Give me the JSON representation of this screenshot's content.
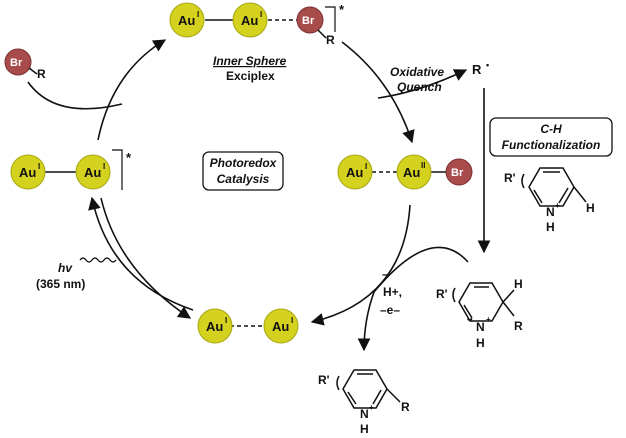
{
  "atoms": {
    "au": "Au",
    "br": "Br",
    "n": "N",
    "h": "H",
    "r": "R",
    "r_prime": "R'",
    "ox_i": "I",
    "ox_ii": "II",
    "plus": "+",
    "dots": "••",
    "dot": "•"
  },
  "labels": {
    "star": "*",
    "inner_sphere": "Inner Sphere",
    "exciplex": "Exciplex",
    "oxidative": "Oxidative",
    "quench": "Quench",
    "radical_r": "R",
    "ch_line1": "C-H",
    "ch_line2": "Functionalization",
    "photoredox_line1": "Photoredox",
    "photoredox_line2": "Catalysis",
    "hv": "hv",
    "wavelength": "(365 nm)",
    "h_plus": "H+,",
    "minus_e": "–e–",
    "minus_sign": "–"
  },
  "colors": {
    "gold": "#d4d21e",
    "gold_edge": "#a8a610",
    "bromine": "#a84b4b",
    "bromine_edge": "#7a2f2f",
    "line": "#111111"
  }
}
